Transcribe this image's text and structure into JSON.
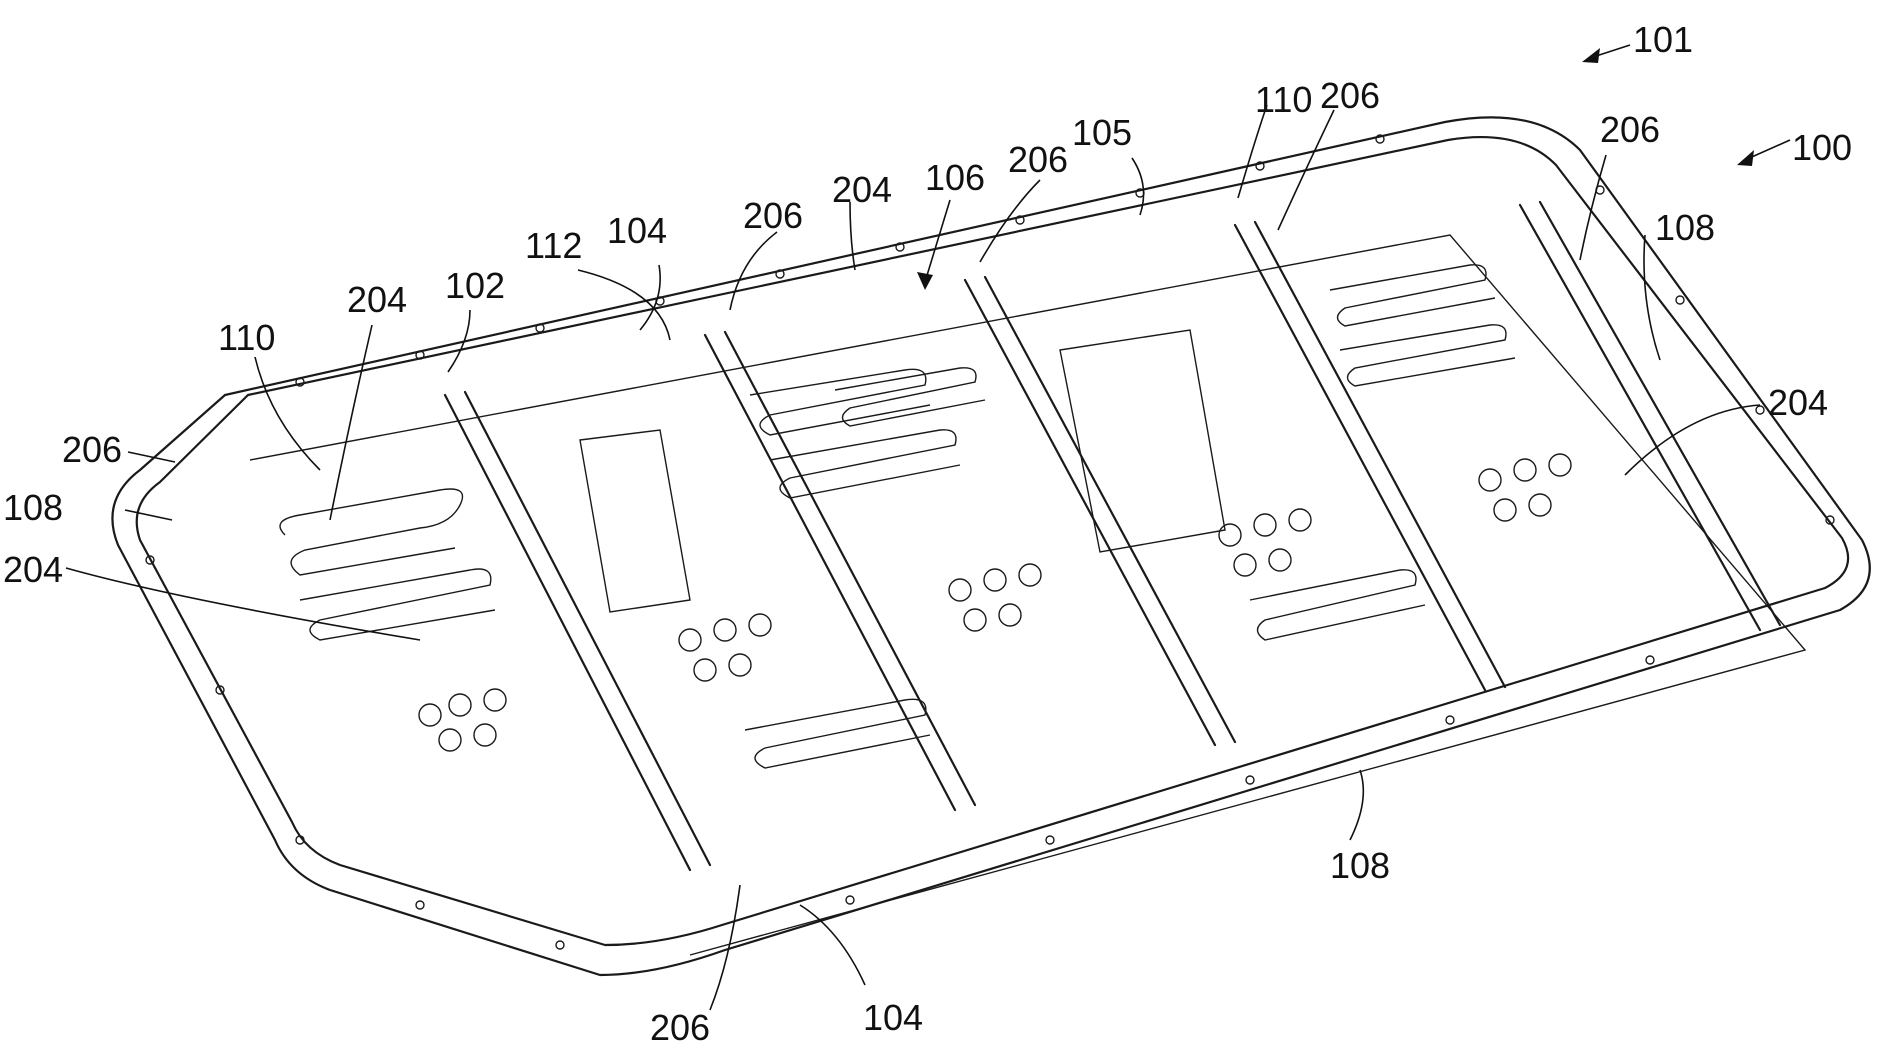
{
  "figure": {
    "labels": {
      "ref_101": "101",
      "ref_100": "100",
      "ref_105": "105",
      "ref_106": "106",
      "ref_112": "112",
      "ref_104_top": "104",
      "ref_104_bottom": "104",
      "ref_102": "102",
      "ref_110_left": "110",
      "ref_110_top": "110",
      "ref_206_a": "206",
      "ref_206_b": "206",
      "ref_206_c": "206",
      "ref_206_d": "206",
      "ref_206_e": "206",
      "ref_206_bottom": "206",
      "ref_204_a": "204",
      "ref_204_b": "204",
      "ref_204_c": "204",
      "ref_204_right": "204",
      "ref_108_left": "108",
      "ref_108_right": "108",
      "ref_108_bottom": "108"
    }
  }
}
